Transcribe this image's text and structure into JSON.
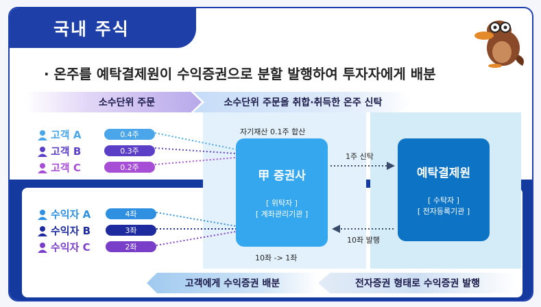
{
  "title": "국내 주식",
  "headline": "· 온주를 예탁결제원이 수익증권으로 분할 발행하여 투자자에게 배분",
  "top_bars": {
    "left": "소수단위 주문",
    "right": "소수단위 주문을 취합·취득한 온주 신탁"
  },
  "customers": [
    {
      "name": "고객 A",
      "amount": "0.4주",
      "color": "#4aa6e8"
    },
    {
      "name": "고객 B",
      "amount": "0.3주",
      "color": "#5b3fc7"
    },
    {
      "name": "고객 C",
      "amount": "0.2주",
      "color": "#a64fd6"
    }
  ],
  "beneficiaries": [
    {
      "name": "수익자 A",
      "amount": "4좌",
      "color": "#2f8fe0"
    },
    {
      "name": "수익자 B",
      "amount": "3좌",
      "color": "#1d2b9e"
    },
    {
      "name": "수익자 C",
      "amount": "2좌",
      "color": "#7a3fc9"
    }
  ],
  "broker_box": {
    "title": "甲 증권사",
    "role1": "[ 위탁자 ]",
    "role2": "[ 계좌관리기관 ]",
    "label_top": "자기재산 0.1주 합산",
    "label_bottom": "10좌 -> 1좌"
  },
  "ksd_box": {
    "title": "예탁결제원",
    "role1": "[ 수탁자 ]",
    "role2": "[ 전자등록기관 ]"
  },
  "flow_labels": {
    "trust": "1주 신탁",
    "issue": "10좌 발행"
  },
  "bottom_bars": {
    "left": "고객에게 수익증권 배분",
    "right": "전자증권 형태로 수익증권 발행"
  },
  "colors": {
    "navy": "#1e3fa8",
    "light_blue": "#35a7ee",
    "dark_blue": "#0d73c4"
  }
}
